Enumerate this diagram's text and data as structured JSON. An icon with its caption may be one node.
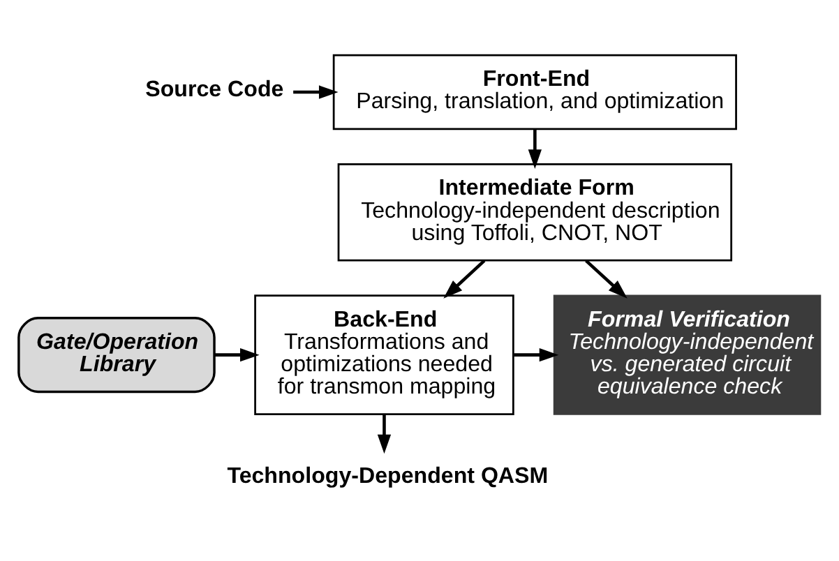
{
  "diagram": {
    "nodes": [
      {
        "text": [
          "Source Code"
        ]
      },
      {
        "text": [
          "Front-End",
          "Parsing, translation, and optimization"
        ]
      },
      {
        "text": [
          "Intermediate Form",
          "Technology-independent description using Toffoli, CNOT, NOT"
        ]
      },
      {
        "text": [
          "Gate/Operation Library"
        ]
      },
      {
        "text": [
          "Back-End",
          "Transformations and optimizations needed for transmon mapping"
        ]
      },
      {
        "text": [
          "Formal Verification",
          "Technology-independent vs. generated circuit equivalence check"
        ]
      },
      {
        "text": [
          "Technology-Dependent QASM"
        ]
      }
    ],
    "edges": [
      {
        "from": 0,
        "to": 1,
        "arrow": "to"
      },
      {
        "from": 1,
        "to": 2,
        "arrow": "to"
      },
      {
        "from": 2,
        "to": 4,
        "arrow": "to"
      },
      {
        "from": 2,
        "to": 5,
        "arrow": "to"
      },
      {
        "from": 3,
        "to": 4,
        "arrow": "to"
      },
      {
        "from": 4,
        "to": 5,
        "arrow": "to"
      },
      {
        "from": 4,
        "to": 6,
        "arrow": "to"
      }
    ]
  }
}
